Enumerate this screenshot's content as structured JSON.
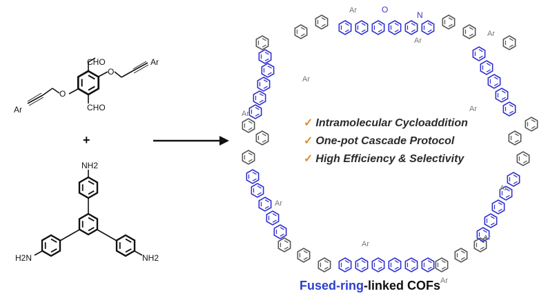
{
  "reactant_1": {
    "cho_top": "CHO",
    "cho_bottom": "CHO",
    "ar_right": "Ar",
    "ar_left": "Ar",
    "o_right": "O",
    "o_left": "O"
  },
  "plus": "+",
  "reactant_2": {
    "nh2_top": "NH2",
    "nh2_left": "H2N",
    "nh2_right": "NH2"
  },
  "features": [
    "Intramolecular Cycloaddition",
    "One-pot Cascade Protocol",
    "High Efficiency & Selectivity"
  ],
  "caption": {
    "highlight": "Fused-ring",
    "rest": "-linked COFs"
  },
  "framework": {
    "ar": "Ar",
    "o": "O",
    "n": "N"
  },
  "colors": {
    "linker": "#3030d0",
    "node": "#555555",
    "check": "#e8892a",
    "highlight": "#2a3fd0"
  }
}
